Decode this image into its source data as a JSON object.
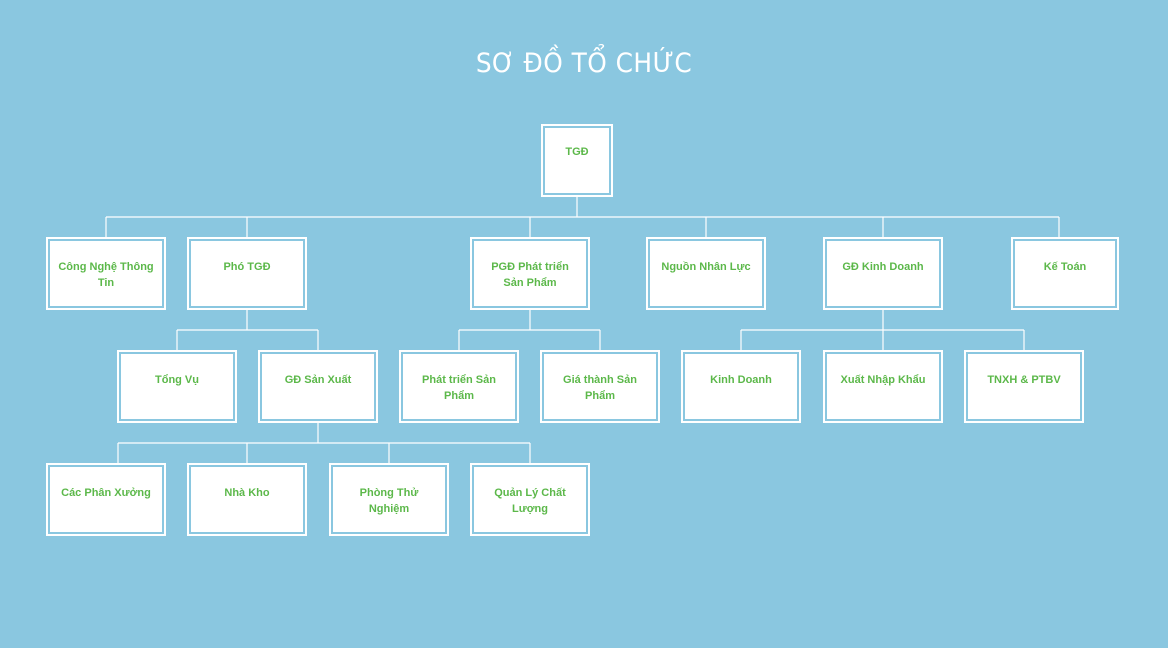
{
  "title": "SƠ ĐỒ TỔ CHỨC",
  "colors": {
    "background": "#8ac7e0",
    "node_fill": "#ffffff",
    "node_text": "#5cb84a",
    "connector": "#ffffff"
  },
  "nodes": {
    "tgd": "TGĐ",
    "cong_nghe_thong_tin": "Công Nghệ Thông Tin",
    "pho_tgd": "Phó TGĐ",
    "pgd_phat_trien_san_pham": "PGĐ Phát triển Sản Phẩm",
    "nguon_nhan_luc": "Nguồn Nhân Lực",
    "gd_kinh_doanh": "GĐ Kinh Doanh",
    "ke_toan": "Kế Toán",
    "tong_vu": "Tổng Vụ",
    "gd_san_xuat": "GĐ Sản Xuất",
    "phat_trien_san_pham": "Phát triển Sản Phẩm",
    "gia_thanh_san_pham": "Giá thành Sản Phẩm",
    "kinh_doanh": "Kinh Doanh",
    "xuat_nhap_khau": "Xuất Nhập Khẩu",
    "tnxh_ptbv": "TNXH & PTBV",
    "cac_phan_xuong": "Các Phân Xưởng",
    "nha_kho": "Nhà Kho",
    "phong_thu_nghiem": "Phòng Thử Nghiệm",
    "quan_ly_chat_luong": "Quản Lý Chất Lượng"
  }
}
